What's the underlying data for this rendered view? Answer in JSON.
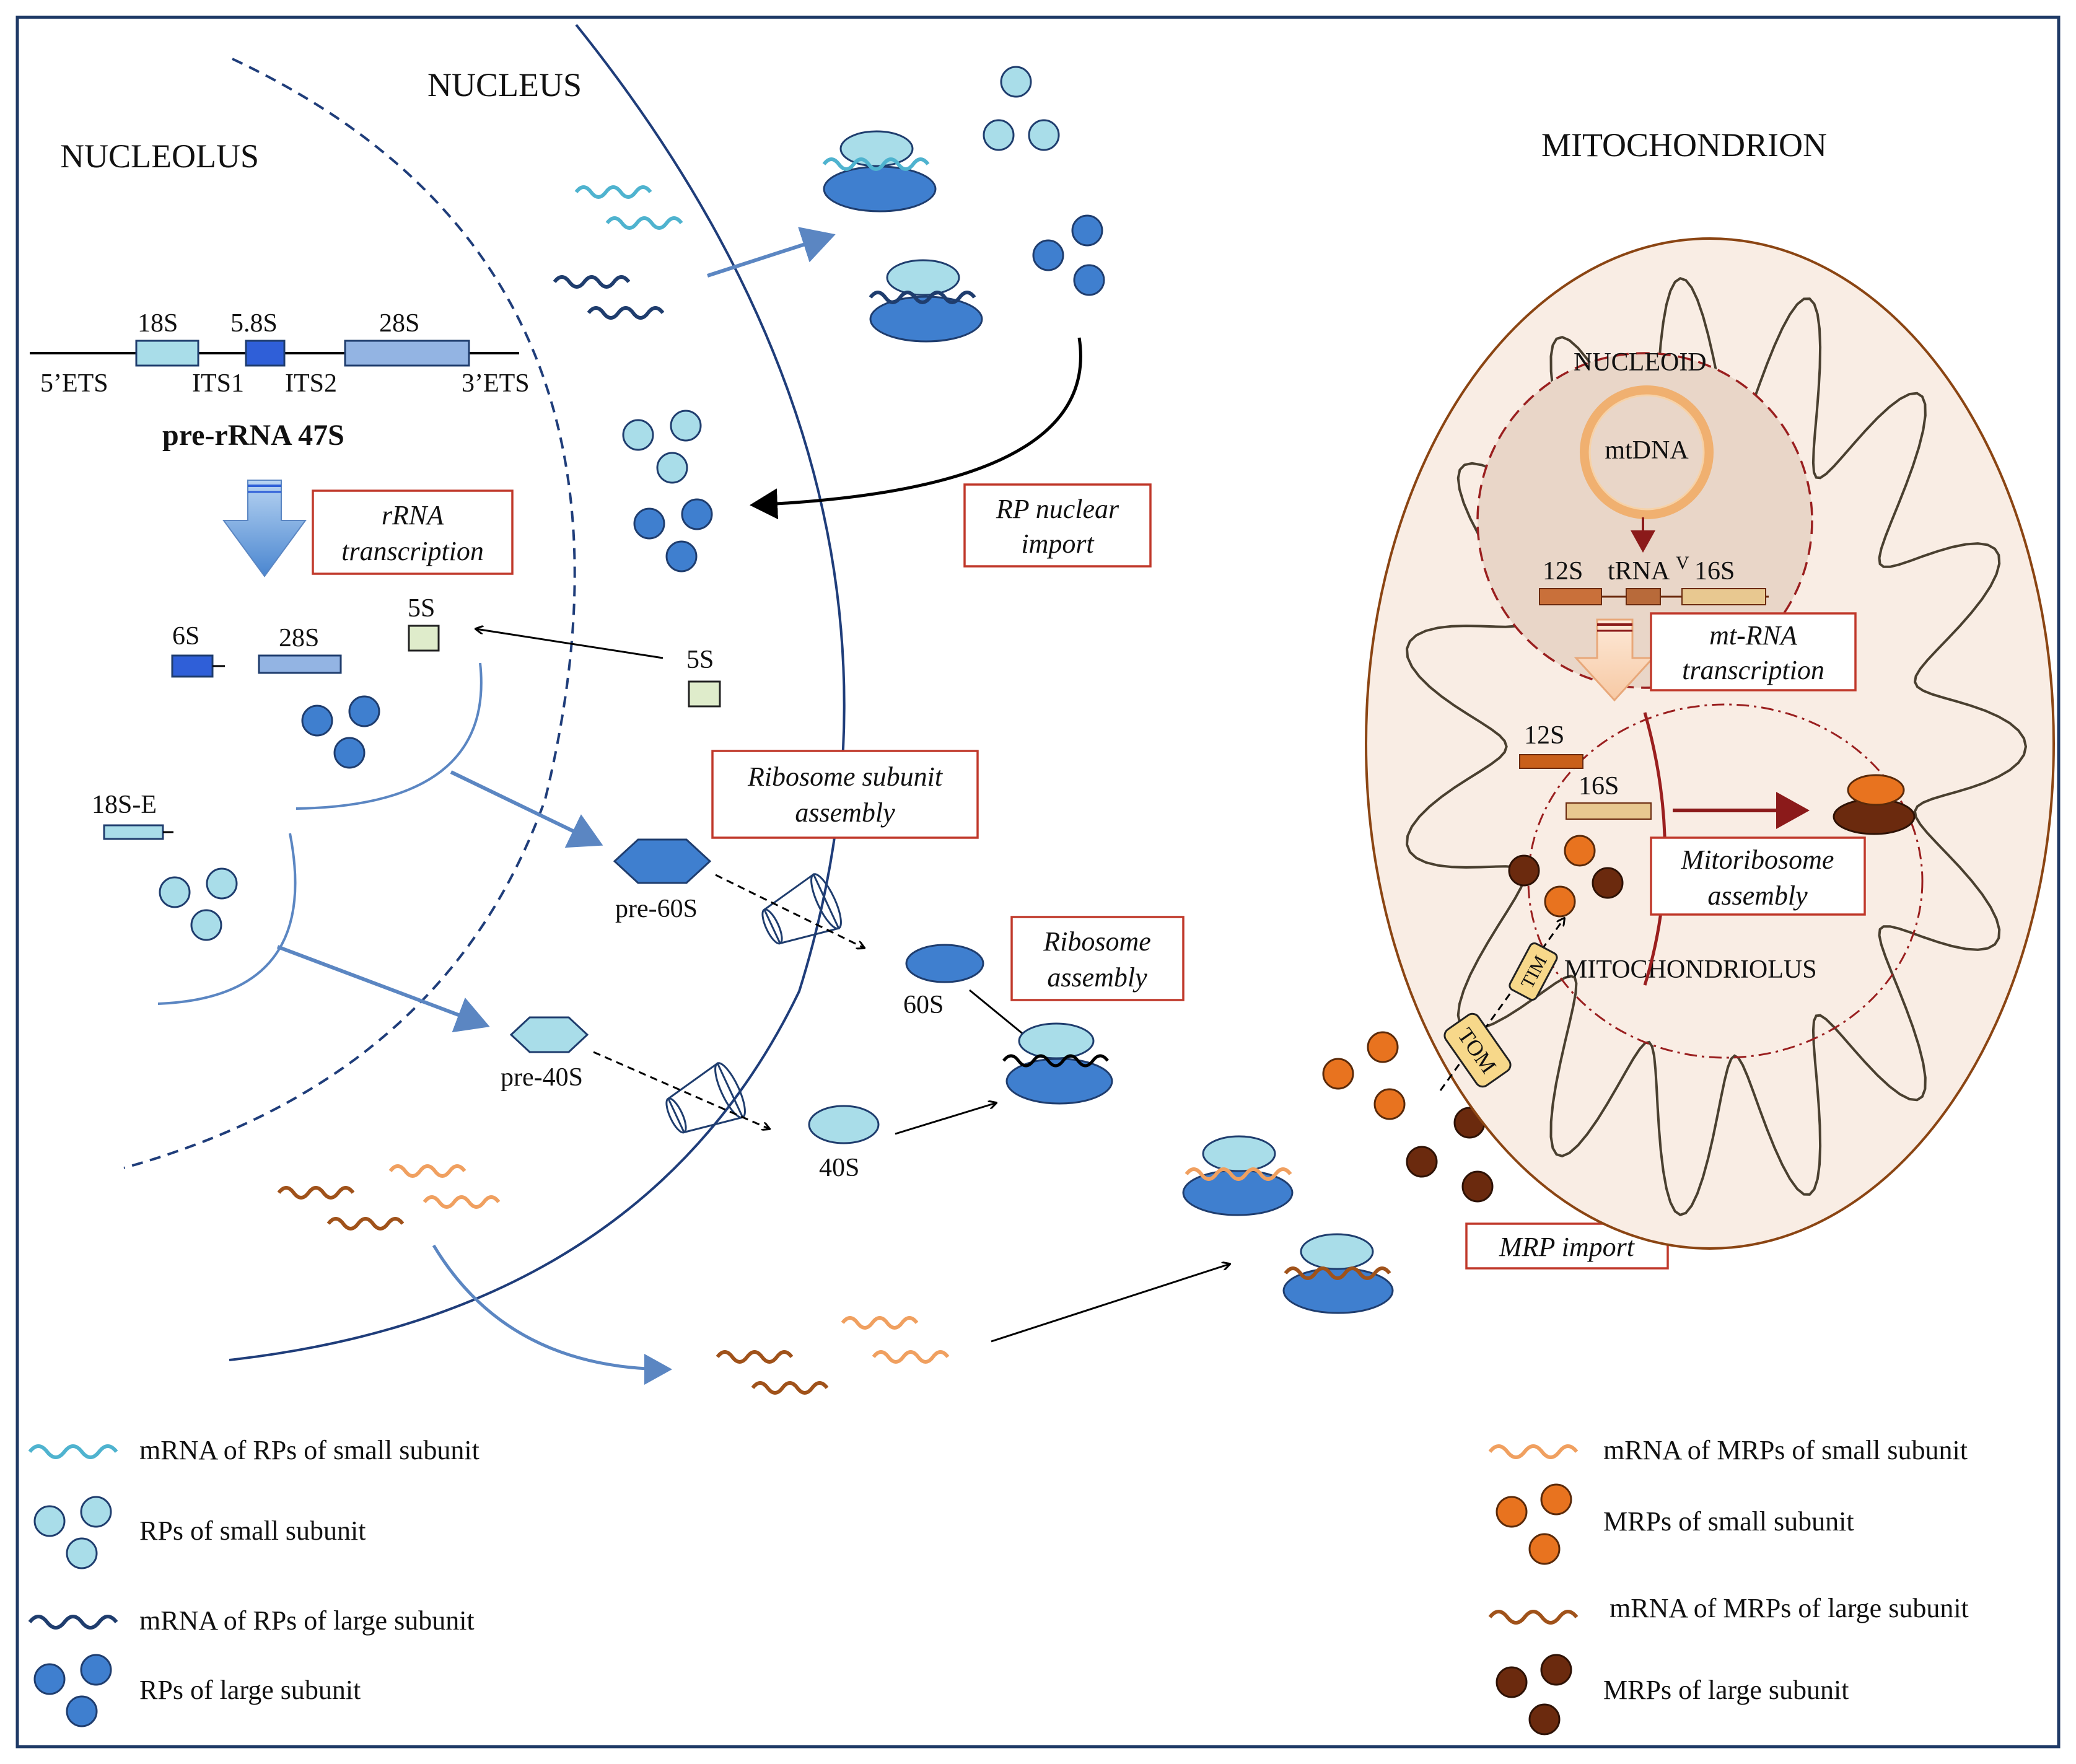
{
  "regions": {
    "nucleus": "NUCLEUS",
    "nucleolus": "NUCLEOLUS",
    "mitochondrion": "MITOCHONDRION",
    "nucleoid": "NUCLEOID",
    "mitochondriolus": "MITOCHONDRIOLUS"
  },
  "gene": {
    "seg_18s": "18S",
    "seg_58s": "5.8S",
    "seg_28s": "28S",
    "ets5": "5’ETS",
    "its1": "ITS1",
    "its2": "ITS2",
    "ets3": "3’ETS",
    "name": "pre-rRNA 47S"
  },
  "products": {
    "s6": "6S",
    "s28": "28S",
    "s5_in": "5S",
    "s5_out": "5S",
    "s18e": "18S-E",
    "pre60": "pre-60S",
    "pre40": "pre-40S",
    "s60": "60S",
    "s40": "40S"
  },
  "mito": {
    "mtdna": "mtDNA",
    "s12": "12S",
    "trna": "tRNA",
    "trna_sup": "V",
    "s16": "16S",
    "s12b": "12S",
    "s16b": "16S",
    "tim": "TIM",
    "tom": "TOM"
  },
  "processes": {
    "rrna_l1": "rRNA",
    "rrna_l2": "transcription",
    "rp_import_l1": "RP nuclear",
    "rp_import_l2": "import",
    "subunit_l1": "Ribosome subunit",
    "subunit_l2": "assembly",
    "ribo_l1": "Ribosome",
    "ribo_l2": "assembly",
    "mtrna_l1": "mt-RNA",
    "mtrna_l2": "transcription",
    "mitoribo_l1": "Mitoribosome",
    "mitoribo_l2": "assembly",
    "mrp_import": "MRP import"
  },
  "legend": {
    "mrna_rp_small": "mRNA of RPs of small subunit",
    "rp_small": "RPs of small subunit",
    "mrna_rp_large": "mRNA of RPs of large subunit",
    "rp_large": "RPs of large subunit",
    "mrna_mrp_small": "mRNA of MRPs of small subunit",
    "mrp_small": "MRPs of small subunit",
    "mrna_mrp_large": "mRNA of MRPs of large subunit",
    "mrp_large": "MRPs of large subunit"
  },
  "colors": {
    "rp_small": "#a9dde9",
    "rp_large": "#3f7fcf",
    "mrna_small": "#4fb3cf",
    "mrna_large": "#1f3d6e",
    "mrp_small": "#e8731f",
    "mrp_large": "#6b2a0e",
    "mito_fill": "#f9ede4",
    "label_box": "#c0392b"
  }
}
